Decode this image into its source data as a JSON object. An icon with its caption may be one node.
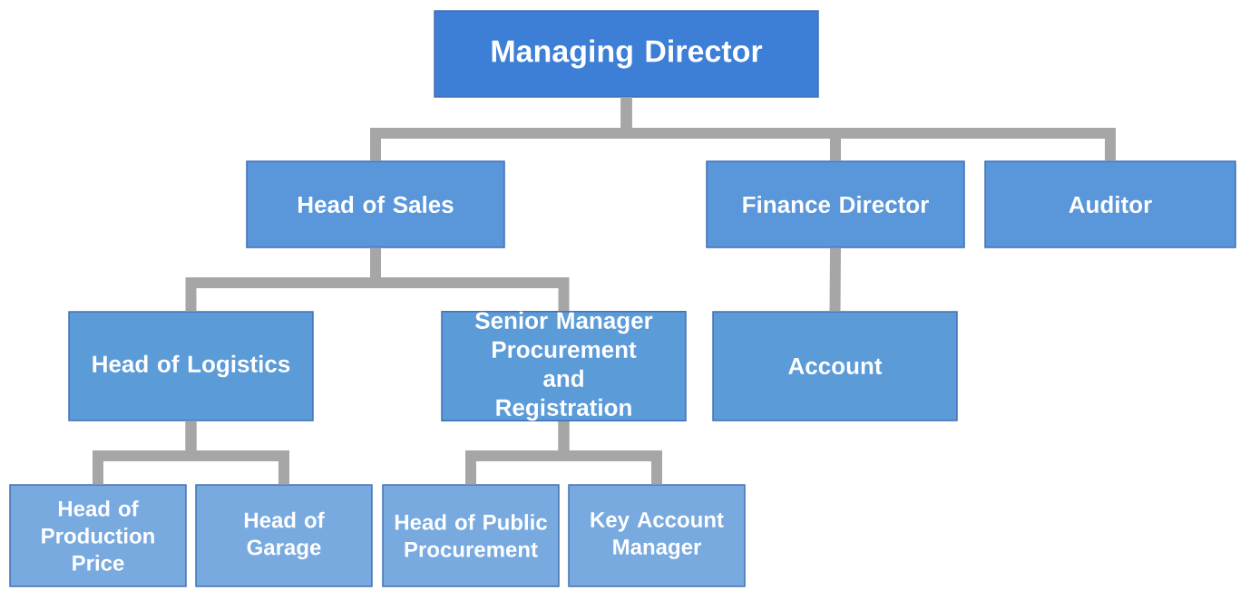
{
  "diagram": {
    "nodes": [
      {
        "text": [
          "Managing Director"
        ]
      },
      {
        "text": [
          "Head of Sales"
        ]
      },
      {
        "text": [
          "Finance Director"
        ]
      },
      {
        "text": [
          "Auditor"
        ]
      },
      {
        "text": [
          "Head of Logistics"
        ]
      },
      {
        "text": [
          "Senior Manager Procurement and Registration"
        ]
      },
      {
        "text": [
          "Account"
        ]
      },
      {
        "text": [
          "Head of Production Price"
        ]
      },
      {
        "text": [
          "Head of Garage"
        ]
      },
      {
        "text": [
          "Head of Public Procurement"
        ]
      },
      {
        "text": [
          "Key Account Manager"
        ]
      }
    ],
    "edges": [
      {
        "from": 0,
        "to": 1,
        "arrow": "none"
      },
      {
        "from": 0,
        "to": 2,
        "arrow": "none"
      },
      {
        "from": 0,
        "to": 3,
        "arrow": "none"
      },
      {
        "from": 1,
        "to": 4,
        "arrow": "none"
      },
      {
        "from": 1,
        "to": 5,
        "arrow": "none"
      },
      {
        "from": 2,
        "to": 6,
        "arrow": "none"
      },
      {
        "from": 4,
        "to": 7,
        "arrow": "none"
      },
      {
        "from": 4,
        "to": 8,
        "arrow": "none"
      },
      {
        "from": 5,
        "to": 9,
        "arrow": "none"
      },
      {
        "from": 5,
        "to": 10,
        "arrow": "none"
      }
    ]
  }
}
